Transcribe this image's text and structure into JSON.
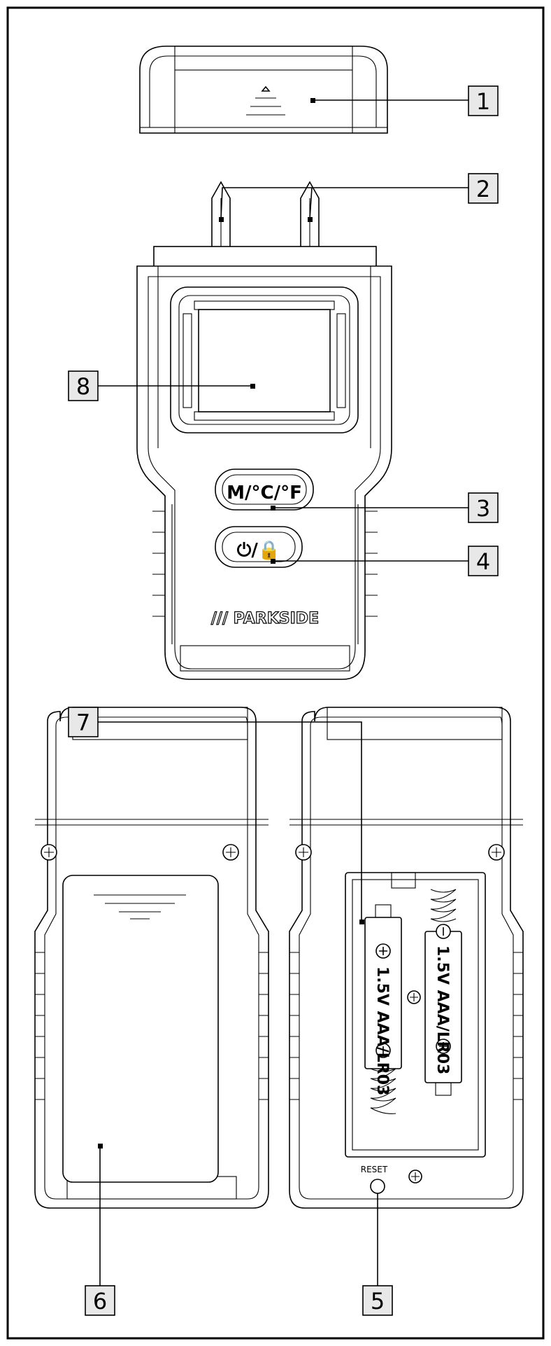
{
  "callouts": [
    "1",
    "2",
    "3",
    "4",
    "5",
    "6",
    "7",
    "8"
  ],
  "device": {
    "mode_button_label": "M/°C/°F",
    "power_button_label": "⏻/🔒",
    "brand": "/// PARKSIDE"
  },
  "battery": {
    "label_left": "1.5V  AAA/LR03",
    "label_right": "1.5V  AAA/LR03",
    "reset_label": "RESET"
  }
}
